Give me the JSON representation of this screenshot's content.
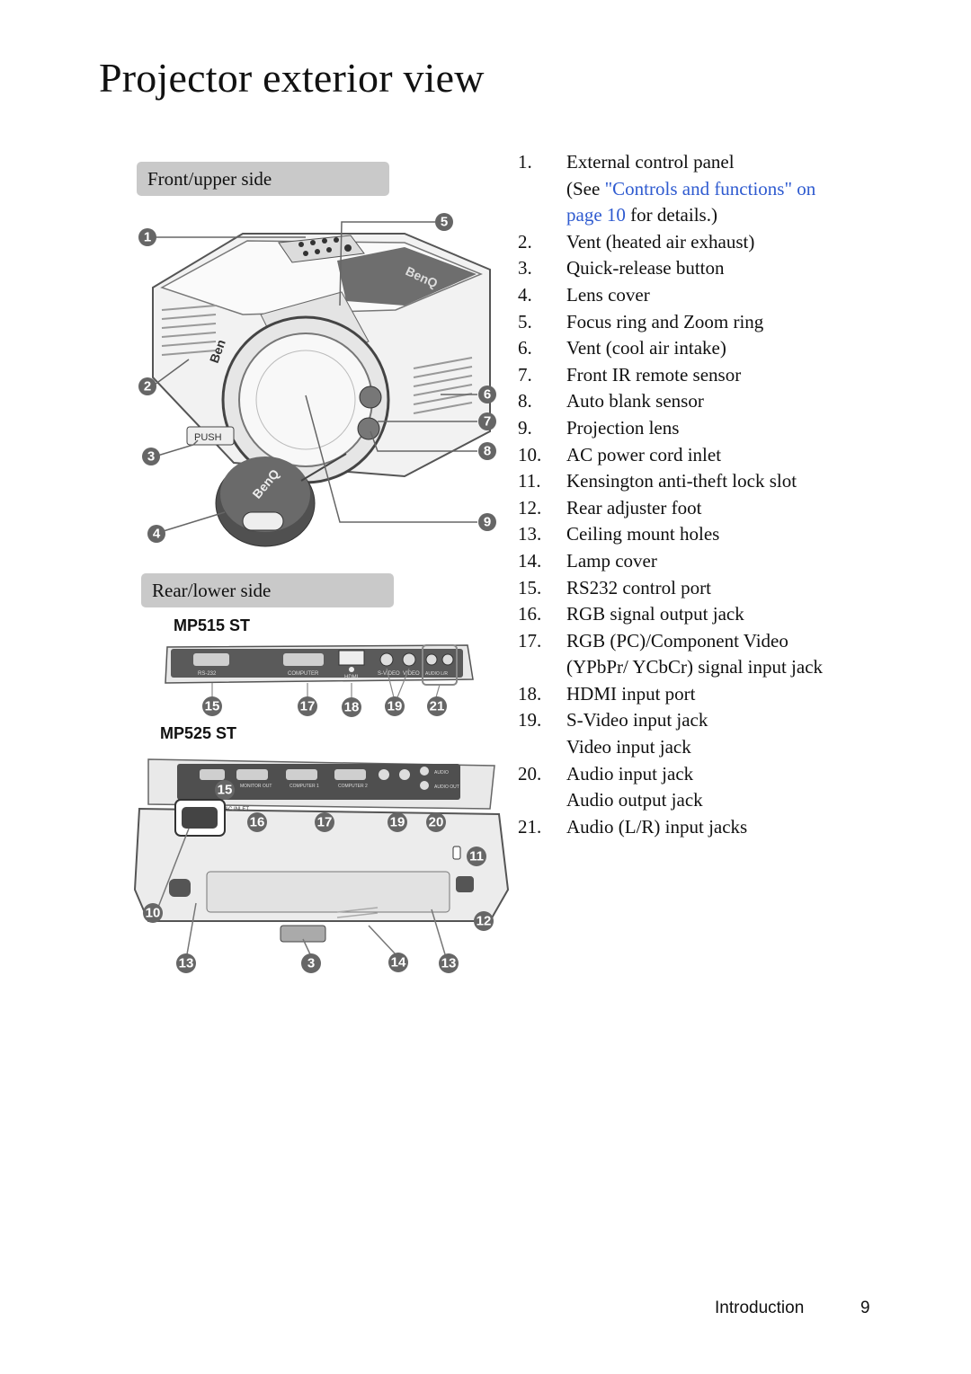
{
  "title": "Projector exterior view",
  "front_section": {
    "label": "Front/upper side"
  },
  "rear_section": {
    "label": "Rear/lower side"
  },
  "models": {
    "a": "MP515 ST",
    "b": "MP525 ST"
  },
  "diagram_text": {
    "push": "PUSH",
    "brand_top": "BenQ",
    "brand_cap": "BenQ",
    "brand_side": "Ben",
    "rs232": "RS-232",
    "computer": "COMPUTER",
    "hdmi": "HDMI",
    "svideo": "S-VIDEO",
    "video": "VIDEO",
    "audio_lr": "AUDIO L/R",
    "monitor_out": "MONITOR OUT",
    "computer1": "COMPUTER 1",
    "computer2": "COMPUTER 2",
    "audio": "AUDIO",
    "audio_out": "AUDIO OUT",
    "ac_inlet": "AC INLET"
  },
  "front_callouts": [
    "1",
    "2",
    "3",
    "4",
    "5",
    "6",
    "7",
    "8",
    "9"
  ],
  "rear_a_callouts": [
    "15",
    "17",
    "18",
    "19",
    "21"
  ],
  "rear_b_callouts": [
    "15",
    "16",
    "17",
    "19",
    "20",
    "11",
    "10",
    "12",
    "13",
    "3",
    "14",
    "13"
  ],
  "items": [
    {
      "num": "1.",
      "lines": [
        "External control panel"
      ],
      "note_pre": "(See ",
      "note_link1": "\"Controls and functions\" on",
      "note_link2": "page 10",
      "note_post": " for details.)"
    },
    {
      "num": "2.",
      "lines": [
        "Vent (heated air exhaust)"
      ]
    },
    {
      "num": "3.",
      "lines": [
        "Quick-release button"
      ]
    },
    {
      "num": "4.",
      "lines": [
        "Lens cover"
      ]
    },
    {
      "num": "5.",
      "lines": [
        "Focus ring and Zoom ring"
      ]
    },
    {
      "num": "6.",
      "lines": [
        "Vent (cool air intake)"
      ]
    },
    {
      "num": "7.",
      "lines": [
        "Front IR remote sensor"
      ]
    },
    {
      "num": "8.",
      "lines": [
        "Auto blank sensor"
      ]
    },
    {
      "num": "9.",
      "lines": [
        "Projection lens"
      ]
    },
    {
      "num": "10.",
      "lines": [
        "AC power cord inlet"
      ]
    },
    {
      "num": "11.",
      "lines": [
        "Kensington anti-theft lock slot"
      ]
    },
    {
      "num": "12.",
      "lines": [
        "Rear adjuster foot"
      ]
    },
    {
      "num": "13.",
      "lines": [
        "Ceiling mount holes"
      ]
    },
    {
      "num": "14.",
      "lines": [
        "Lamp cover"
      ]
    },
    {
      "num": "15.",
      "lines": [
        "RS232 control port"
      ]
    },
    {
      "num": "16.",
      "lines": [
        "RGB signal output jack"
      ]
    },
    {
      "num": "17.",
      "lines": [
        "RGB (PC)/Component Video",
        "(YPbPr/ YCbCr) signal input jack"
      ]
    },
    {
      "num": "18.",
      "lines": [
        "HDMI input port"
      ]
    },
    {
      "num": "19.",
      "lines": [
        "S-Video input jack",
        "Video input jack"
      ]
    },
    {
      "num": "20.",
      "lines": [
        "Audio input jack",
        "Audio output jack"
      ]
    },
    {
      "num": "21.",
      "lines": [
        "Audio (L/R) input jacks"
      ]
    }
  ],
  "footer": {
    "section": "Introduction",
    "page": "9"
  }
}
